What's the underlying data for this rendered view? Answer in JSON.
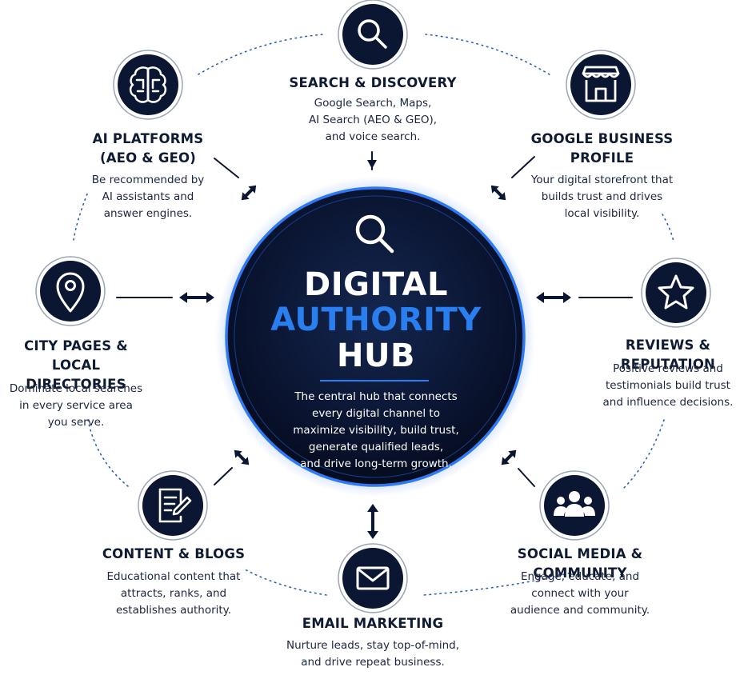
{
  "colors": {
    "navy": "#0b1633",
    "accent_blue": "#2a7ff0",
    "glow_blue": "#2c6df2",
    "text_dark": "#0f1a33",
    "white": "#ffffff"
  },
  "hub": {
    "icon": "search-icon",
    "title_line1": "DIGITAL",
    "title_line2": "AUTHORITY",
    "title_line3": "HUB",
    "description": "The central hub that connects\nevery digital channel to\nmaximize visibility, build trust,\ngenerate qualified leads,\nand drive long-term growth."
  },
  "nodes": [
    {
      "id": "search",
      "icon": "search-icon",
      "title": "SEARCH & DISCOVERY",
      "description": "Google Search, Maps,\nAI Search (AEO & GEO),\nand voice search."
    },
    {
      "id": "gbp",
      "icon": "storefront-icon",
      "title": "GOOGLE BUSINESS\nPROFILE",
      "description": "Your digital storefront that\nbuilds trust and drives\nlocal visibility."
    },
    {
      "id": "reviews",
      "icon": "star-icon",
      "title": "REVIEWS & REPUTATION",
      "description": "Positive reviews and\ntestimonials build trust\nand influence decisions."
    },
    {
      "id": "social",
      "icon": "people-icon",
      "title": "SOCIAL MEDIA & COMMUNITY",
      "description": "Engage, educate, and\nconnect with your\naudience and community."
    },
    {
      "id": "email",
      "icon": "envelope-icon",
      "title": "EMAIL MARKETING",
      "description": "Nurture leads, stay top-of-mind,\nand drive repeat business."
    },
    {
      "id": "content",
      "icon": "document-edit-icon",
      "title": "CONTENT & BLOGS",
      "description": "Educational content that\nattracts, ranks, and\nestablishes authority."
    },
    {
      "id": "city",
      "icon": "map-pin-icon",
      "title": "CITY PAGES &\nLOCAL DIRECTORIES",
      "description": "Dominate local searches\nin every service area\nyou serve."
    },
    {
      "id": "ai",
      "icon": "brain-chip-icon",
      "title": "AI PLATFORMS\n(AEO & GEO)",
      "description": "Be recommended by\nAI assistants and\nanswer engines."
    }
  ]
}
